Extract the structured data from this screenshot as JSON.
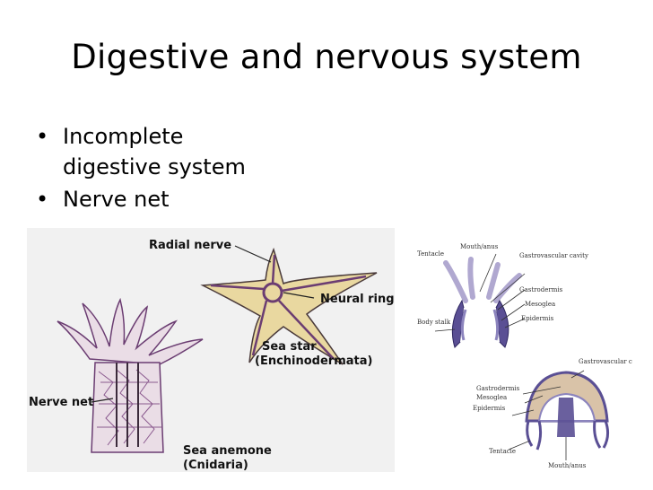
{
  "slide": {
    "title": "Digestive and nervous system",
    "bullets": [
      "Incomplete digestive system",
      "Nerve net"
    ]
  },
  "left_figure": {
    "labels": {
      "radial_nerve": "Radial nerve",
      "neural_ring": "Neural ring",
      "sea_star": "Sea star",
      "sea_star_group": "(Enchinodermata)",
      "nerve_net": "Nerve net",
      "sea_anemone": "Sea anemone",
      "sea_anemone_group": "(Cnidaria)"
    },
    "colors": {
      "star_fill": "#e9d8a0",
      "nerve": "#6b3d72",
      "background": "#f1f1f1"
    }
  },
  "right_figure": {
    "polyp_labels": {
      "tentacle": "Tentacle",
      "mouth_anus": "Mouth/anus",
      "gastrovascular_cavity": "Gastrovascular cavity",
      "gastrodermis": "Gastrodermis",
      "mesoglea": "Mesoglea",
      "epidermis": "Epidermis",
      "body_stalk": "Body stalk"
    },
    "medusa_labels": {
      "gastrovascular_cavity": "Gastrovascular cavity",
      "gastrodermis": "Gastrodermis",
      "mesoglea": "Mesoglea",
      "epidermis": "Epidermis",
      "tentacle": "Tentacle",
      "mouth_anus": "Mouth/anus"
    },
    "colors": {
      "epidermis": "#5a4f94",
      "mesoglea": "#d9c3a8",
      "gastrodermis": "#8c84bd"
    }
  }
}
